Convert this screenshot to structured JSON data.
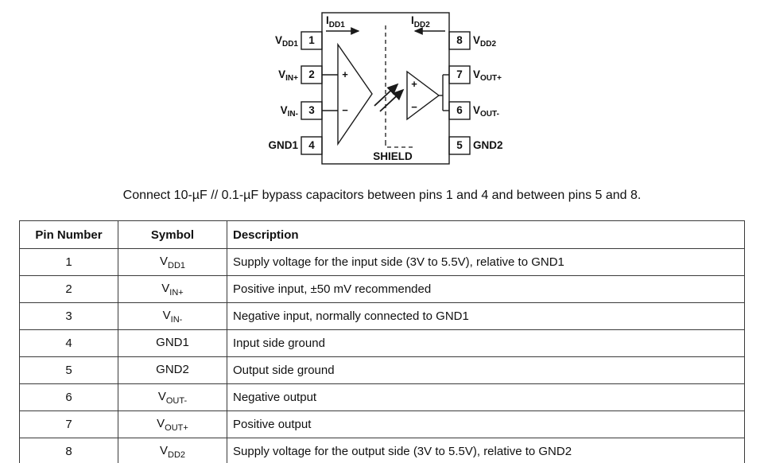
{
  "diagram": {
    "idd1": {
      "main": "I",
      "sub": "DD1"
    },
    "idd2": {
      "main": "I",
      "sub": "DD2"
    },
    "shield": "SHIELD",
    "amp1_plus": "+",
    "amp1_minus": "−",
    "amp2_plus": "+",
    "amp2_minus": "−",
    "left_pins": [
      {
        "num": "1",
        "main": "V",
        "sub": "DD1"
      },
      {
        "num": "2",
        "main": "V",
        "sub": "IN+"
      },
      {
        "num": "3",
        "main": "V",
        "sub": "IN-"
      },
      {
        "num": "4",
        "main": "GND1",
        "sub": ""
      }
    ],
    "right_pins": [
      {
        "num": "8",
        "main": "V",
        "sub": "DD2"
      },
      {
        "num": "7",
        "main": "V",
        "sub": "OUT+"
      },
      {
        "num": "6",
        "main": "V",
        "sub": "OUT-"
      },
      {
        "num": "5",
        "main": "GND2",
        "sub": ""
      }
    ]
  },
  "note": "Connect 10-µF // 0.1-µF bypass capacitors between pins 1 and 4 and between pins 5 and 8.",
  "table": {
    "headers": [
      "Pin Number",
      "Symbol",
      "Description"
    ],
    "rows": [
      {
        "pin": "1",
        "sym_main": "V",
        "sym_sub": "DD1",
        "desc": "Supply voltage for the input side (3V to 5.5V), relative to GND1"
      },
      {
        "pin": "2",
        "sym_main": "V",
        "sym_sub": "IN+",
        "desc": "Positive input, ±50 mV recommended"
      },
      {
        "pin": "3",
        "sym_main": "V",
        "sym_sub": "IN-",
        "desc": "Negative input, normally connected to GND1"
      },
      {
        "pin": "4",
        "sym_main": "GND1",
        "sym_sub": "",
        "desc": "Input side ground"
      },
      {
        "pin": "5",
        "sym_main": "GND2",
        "sym_sub": "",
        "desc": "Output side ground"
      },
      {
        "pin": "6",
        "sym_main": "V",
        "sym_sub": "OUT-",
        "desc": "Negative output"
      },
      {
        "pin": "7",
        "sym_main": "V",
        "sym_sub": "OUT+",
        "desc": "Positive output"
      },
      {
        "pin": "8",
        "sym_main": "V",
        "sym_sub": "DD2",
        "desc": "Supply voltage for the output side (3V to 5.5V), relative to GND2"
      }
    ]
  }
}
